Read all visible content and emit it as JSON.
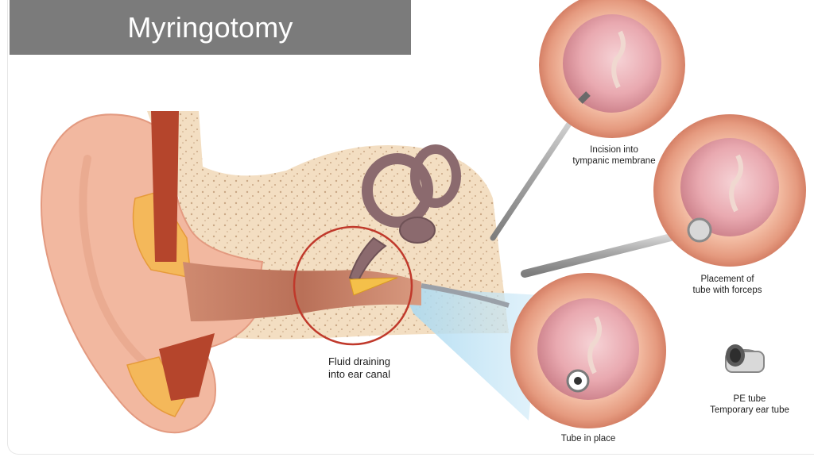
{
  "title": "Myringotomy",
  "labels": {
    "fluid_line1": "Fluid draining",
    "fluid_line2": "into ear canal",
    "incision_line1": "Incision into",
    "incision_line2": "tympanic membrane",
    "placement_line1": "Placement of",
    "placement_line2": "tube with forceps",
    "tube_in_place": "Tube in place",
    "pe_tube_line1": "PE tube",
    "pe_tube_line2": "Temporary ear tube"
  },
  "colors": {
    "title_bg": "#7b7b7b",
    "skin": "#f2b8a0",
    "bone": "#f3dec2",
    "circle_red": "#c0392b",
    "highlight_blue": "#bfe3f5"
  }
}
